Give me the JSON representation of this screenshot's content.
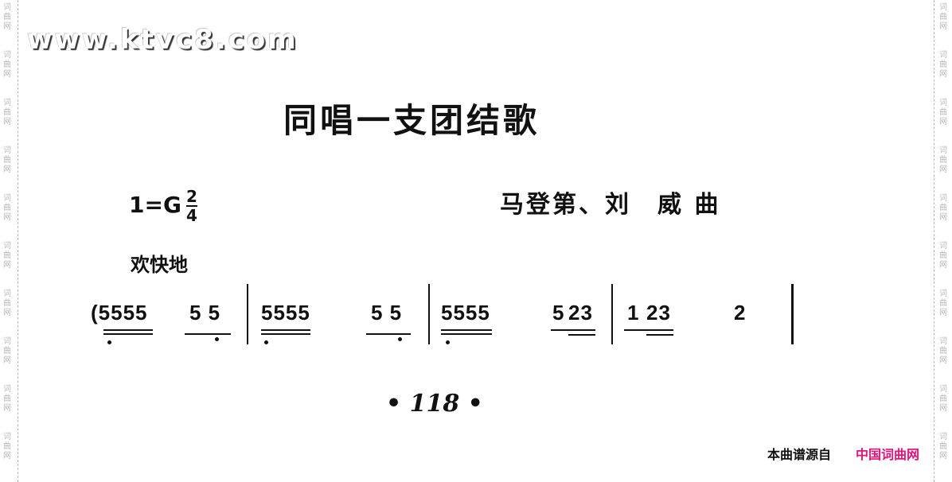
{
  "side_watermark": "词曲网",
  "watermark": "www.ktvc8.com",
  "title": "同唱一支团结歌",
  "key": "1=G",
  "time_sig": {
    "top": "2",
    "bottom": "4"
  },
  "composer": "马登第、刘　威 曲",
  "tempo": "欢快地",
  "notes": [
    "(5555",
    "5 5",
    "5555",
    "5 5",
    "5555",
    "5",
    "23",
    "1",
    "23",
    "2"
  ],
  "page_number": "• 118 •",
  "source_label": "本曲谱源自",
  "source_site": "中国词曲网",
  "colors": {
    "site": "#e8107a"
  }
}
